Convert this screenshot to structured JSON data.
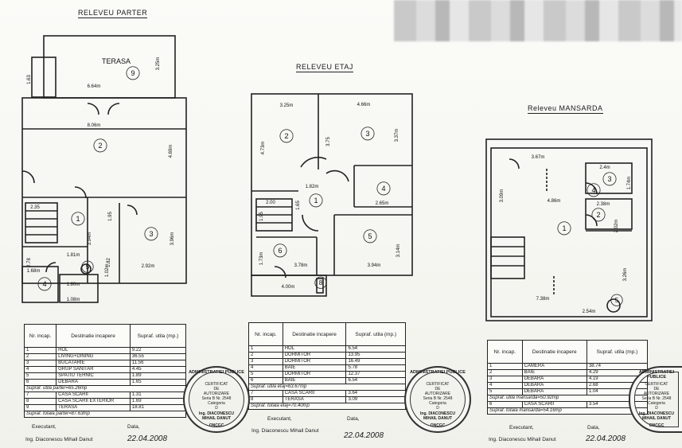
{
  "titles": {
    "parter": "RELEVEU PARTER",
    "etaj": "RELEVEU ETAJ",
    "mansarda": "Releveu MANSARDA"
  },
  "parter_plan": {
    "labels": [
      "TERASA",
      "9",
      "3.25m",
      "1.63",
      "6.64m",
      "8.06m",
      "2",
      "4.69m",
      "1",
      "2.35",
      "3.94m",
      "1.95",
      "3",
      "3.96m",
      "2.92m",
      "2.78",
      "1.81m",
      "1.68m",
      "4",
      "1.80m",
      "1.02m",
      "5",
      "1.82",
      "1.08m"
    ]
  },
  "etaj_plan": {
    "labels": [
      "3.25m",
      "4.66m",
      "2",
      "4.73m",
      "3",
      "3.75",
      "3.37m",
      "1.82m",
      "4",
      "2.65m",
      "1",
      "1.65",
      "2.00",
      "1.95",
      "5",
      "3.14m",
      "6",
      "1.73m",
      "3.78m",
      "3.94m",
      "4.00m",
      "8"
    ]
  },
  "mansarda_plan": {
    "labels": [
      "3.67m",
      "2.4m",
      "3",
      "1.74m",
      "4",
      "4.86m",
      "2.38m",
      "2",
      "2.02m",
      "3.09m",
      "1",
      "3.26m",
      "7.38m",
      "2.54m",
      "5"
    ]
  },
  "table_parter": {
    "headers": [
      "Nr. incap.",
      "Destinatie incapere",
      "Supraf. utila (mp.)"
    ],
    "rows": [
      [
        "1",
        "HOL",
        "9.22"
      ],
      [
        "2",
        "LIVING+DINING",
        "36.55"
      ],
      [
        "3",
        "BUCATARIE",
        "11.56"
      ],
      [
        "4",
        "GRUP SANITAR",
        "4.45"
      ],
      [
        "5",
        "SPATIU TEHNIC",
        "1.89"
      ],
      [
        "6",
        "DEBARA",
        "1.65"
      ]
    ],
    "summary1": "Supraf. utila parter=65.26mp",
    "rows2": [
      [
        "7",
        "CASA SCARII",
        "1.31"
      ],
      [
        "8",
        "CASA SCARII EXTERIOR",
        "1.69"
      ],
      [
        "9",
        "TERASA",
        "18.81"
      ]
    ],
    "summary2": "Supraf. totala parter=87.63mp"
  },
  "table_etaj": {
    "headers": [
      "Nr. incap.",
      "Destinatie incapere",
      "Supraf. utila (mp.)"
    ],
    "rows": [
      [
        "1",
        "HOL",
        "6.54"
      ],
      [
        "2",
        "DORMITOR",
        "13.95"
      ],
      [
        "3",
        "DORMITOR",
        "16.49"
      ],
      [
        "4",
        "BAIE",
        "5.78"
      ],
      [
        "5",
        "DORMITOR",
        "12.37"
      ],
      [
        "6",
        "BAIE",
        "6.54"
      ]
    ],
    "summary1": "Supraf. utila etaj=63.67mp",
    "rows2": [
      [
        "7",
        "CASA SCARII",
        "3.64"
      ],
      [
        "8",
        "TERASA",
        "3.09"
      ]
    ],
    "summary2": "Supraf. totala etaj=70.40mp"
  },
  "table_mansarda": {
    "headers": [
      "Nr. incap.",
      "Destinatie incapere",
      "Supraf. utila (mp.)"
    ],
    "rows": [
      [
        "1",
        "CAMERA",
        "38.74"
      ],
      [
        "2",
        "BAIE",
        "4.29"
      ],
      [
        "3",
        "DEBARA",
        "4.19"
      ],
      [
        "4",
        "DEBARA",
        "2.68"
      ],
      [
        "5",
        "DEBARA",
        "1.04"
      ]
    ],
    "summary1": "Supraf. utila mansarda=50.92mp",
    "rows2": [
      [
        "6",
        "CASA SCARII",
        "3.54"
      ]
    ],
    "summary2": "Supraf. totala mansarda=54.16mp"
  },
  "footer": {
    "executant": "Executant,",
    "data": "Data,",
    "engineer": "Ing. Diaconescu Mihail Danut",
    "date": "22.04.2008"
  },
  "stamp": {
    "ring": "ADMINISTRATIEI PUBLICE",
    "line1": "CERTIFICAT",
    "line2": "DE",
    "line3": "AUTORIZARE",
    "line4": "Seria B Nr. 2548",
    "line5": "Categoria",
    "line6": "D",
    "line7": "Ing. DIACONESCU",
    "line8": "MIHAIL DANUT",
    "bottom": "ONCGC"
  }
}
